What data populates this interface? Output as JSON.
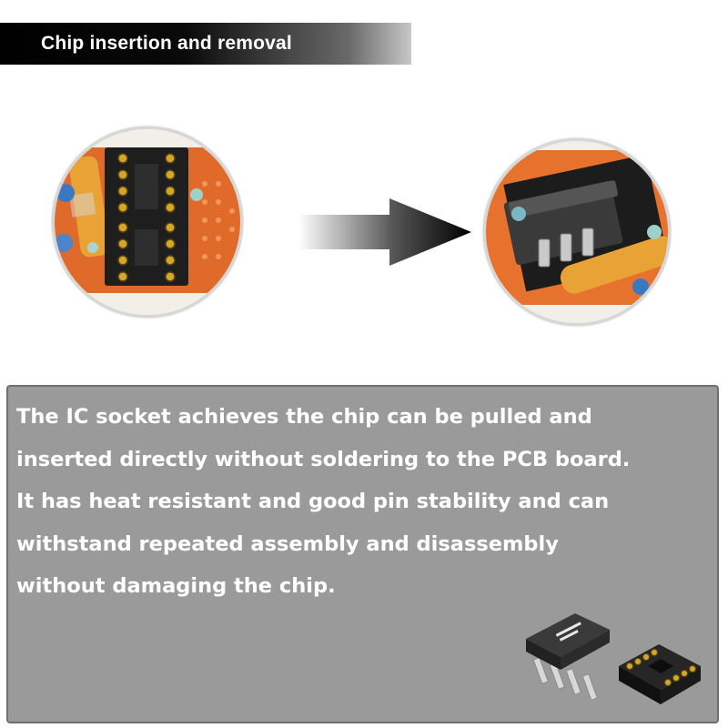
{
  "header": {
    "title": "Chip insertion and removal"
  },
  "description": {
    "lines": [
      "The IC socket achieves the chip can be pulled and",
      "inserted directly without soldering to the PCB board.",
      "It has heat resistant and good pin stability and can",
      "withstand repeated assembly and disassembly",
      "without damaging the chip."
    ]
  },
  "colors": {
    "header_bg": "#000000",
    "panel_bg": "#9a9a9a",
    "panel_border": "#6f6f6f",
    "text": "#ffffff",
    "pcb_orange": "#e06a2a",
    "socket_black": "#1e1e1e",
    "gold_pin": "#d4a62a"
  },
  "icons": {
    "flow_arrow": "arrow-right-icon"
  }
}
